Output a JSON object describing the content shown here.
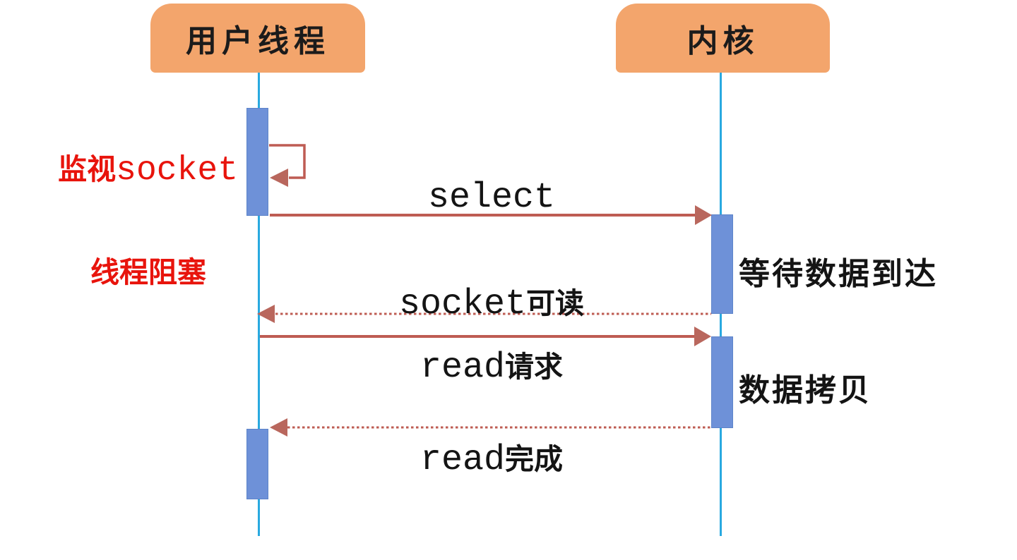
{
  "diagram": {
    "type": "sequence-diagram",
    "participants": {
      "user": "用户线程",
      "kernel": "内核"
    },
    "messages": {
      "select": {
        "latin": "select",
        "cjk": ""
      },
      "socket_readable": {
        "latin": "socket",
        "cjk": "可读"
      },
      "read_request": {
        "latin": "read",
        "cjk": "请求"
      },
      "read_done": {
        "latin": "read",
        "cjk": "完成"
      }
    },
    "annotations": {
      "monitor_socket": {
        "cjk": "监视",
        "latin": "socket"
      },
      "thread_blocked": "线程阻塞",
      "wait_data_arrival": "等待数据到达",
      "data_copy": "数据拷贝"
    },
    "colors": {
      "participant_fill": "#F3A56C",
      "lifeline": "#29A9E0",
      "activation_fill": "#6E91D8",
      "arrow": "#BE5C53",
      "annotation_red": "#E8140C",
      "text_black": "#141414",
      "background": "#FFFFFF"
    }
  }
}
